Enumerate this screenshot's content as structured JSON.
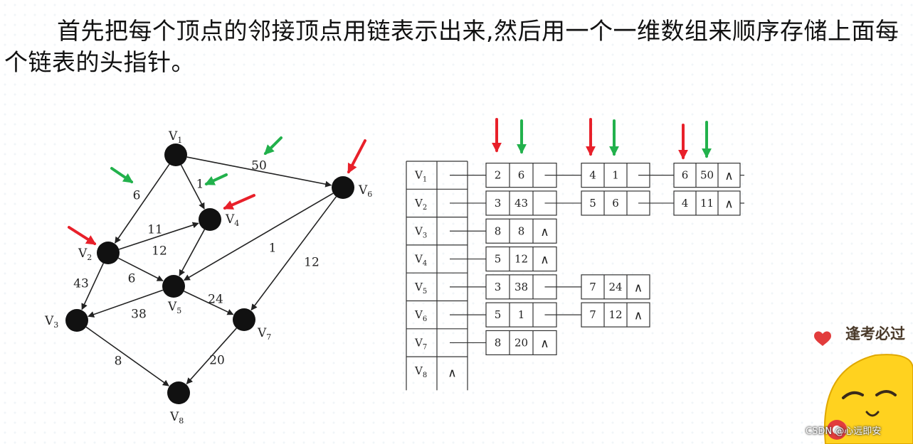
{
  "caption": "首先把每个顶点的邻接顶点用链表示出来,然后用一个一维数组来顺序存储上面每个链表的头指针。",
  "graph": {
    "vertices": [
      {
        "id": "V1",
        "base": "V",
        "sub": "1"
      },
      {
        "id": "V2",
        "base": "V",
        "sub": "2"
      },
      {
        "id": "V3",
        "base": "V",
        "sub": "3"
      },
      {
        "id": "V4",
        "base": "V",
        "sub": "4"
      },
      {
        "id": "V5",
        "base": "V",
        "sub": "5"
      },
      {
        "id": "V6",
        "base": "V",
        "sub": "6"
      },
      {
        "id": "V7",
        "base": "V",
        "sub": "7"
      },
      {
        "id": "V8",
        "base": "V",
        "sub": "8"
      }
    ],
    "edges": [
      {
        "from": "V1",
        "to": "V2",
        "weight": "6"
      },
      {
        "from": "V1",
        "to": "V4",
        "weight": "1"
      },
      {
        "from": "V1",
        "to": "V6",
        "weight": "50"
      },
      {
        "from": "V2",
        "to": "V3",
        "weight": "43"
      },
      {
        "from": "V2",
        "to": "V4",
        "weight": "11"
      },
      {
        "from": "V2",
        "to": "V5",
        "weight": "6"
      },
      {
        "from": "V4",
        "to": "V5",
        "weight": "12"
      },
      {
        "from": "V6",
        "to": "V5",
        "weight": "1"
      },
      {
        "from": "V6",
        "to": "V7",
        "weight": "12"
      },
      {
        "from": "V5",
        "to": "V3",
        "weight": "38"
      },
      {
        "from": "V5",
        "to": "V7",
        "weight": "24"
      },
      {
        "from": "V3",
        "to": "V8",
        "weight": "8"
      },
      {
        "from": "V7",
        "to": "V8",
        "weight": "20"
      }
    ]
  },
  "adjacency_list": {
    "end_symbol": "∧",
    "rows": [
      {
        "head": {
          "base": "V",
          "sub": "1"
        },
        "nodes": [
          {
            "adj": "2",
            "weight": "6"
          },
          {
            "adj": "4",
            "weight": "1"
          },
          {
            "adj": "6",
            "weight": "50"
          }
        ]
      },
      {
        "head": {
          "base": "V",
          "sub": "2"
        },
        "nodes": [
          {
            "adj": "3",
            "weight": "43"
          },
          {
            "adj": "5",
            "weight": "6"
          },
          {
            "adj": "4",
            "weight": "11"
          }
        ]
      },
      {
        "head": {
          "base": "V",
          "sub": "3"
        },
        "nodes": [
          {
            "adj": "8",
            "weight": "8"
          }
        ]
      },
      {
        "head": {
          "base": "V",
          "sub": "4"
        },
        "nodes": [
          {
            "adj": "5",
            "weight": "12"
          }
        ]
      },
      {
        "head": {
          "base": "V",
          "sub": "5"
        },
        "nodes": [
          {
            "adj": "3",
            "weight": "38"
          },
          {
            "adj": "7",
            "weight": "24"
          }
        ]
      },
      {
        "head": {
          "base": "V",
          "sub": "6"
        },
        "nodes": [
          {
            "adj": "5",
            "weight": "1"
          },
          {
            "adj": "7",
            "weight": "12"
          }
        ]
      },
      {
        "head": {
          "base": "V",
          "sub": "7"
        },
        "nodes": [
          {
            "adj": "8",
            "weight": "20"
          }
        ]
      },
      {
        "head": {
          "base": "V",
          "sub": "8"
        },
        "nodes": []
      }
    ]
  },
  "annotation_colors": {
    "red": "#e8202a",
    "green": "#22b14c"
  },
  "watermark": {
    "brand": "逢考必过",
    "credit": "CSDN @心远即安"
  }
}
